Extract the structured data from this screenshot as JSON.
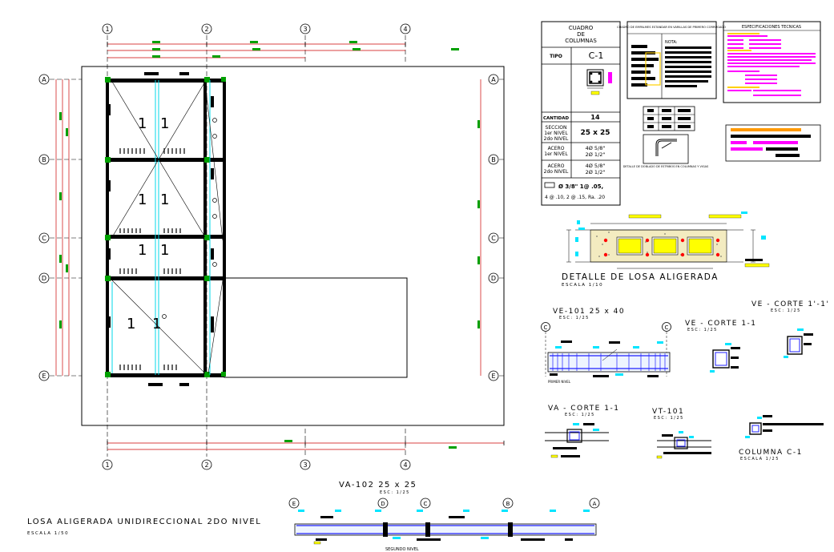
{
  "plan": {
    "grid_numbers": [
      "1",
      "2",
      "3",
      "4"
    ],
    "grid_letters": [
      "A",
      "B",
      "C",
      "D",
      "E"
    ],
    "title": "LOSA ALIGERADA UNIDIRECCIONAL 2DO NIVEL",
    "scale": "ESCALA 1/50"
  },
  "cuadro": {
    "title_l1": "CUADRO",
    "title_l2": "DE",
    "title_l3": "COLUMNAS",
    "tipo_label": "TIPO",
    "tipo_value": "C-1",
    "cantidad_label": "CANTIDAD",
    "cantidad_value": "14",
    "seccion_label_1": "SECCION",
    "seccion_label_2": "1er NIVEL",
    "seccion_label_3": "2do NIVEL",
    "seccion_value": "25 x 25",
    "acero1_label_1": "ACERO",
    "acero1_label_2": "1er NIVEL",
    "acero1_value_1": "4Ø 5/8\"",
    "acero1_value_2": "2Ø 1/2\"",
    "acero2_label_1": "ACERO",
    "acero2_label_2": "2do NIVEL",
    "acero2_value_1": "4Ø 5/8\"",
    "acero2_value_2": "2Ø 1/2\"",
    "estribo_1": "Ø 3/8\" 1@ .05,",
    "estribo_2": "4 @ .10,   2 @ .15, Ra. .20"
  },
  "specs": {
    "empalme_title": "CUADRO DE EMPALMES ESTANDAR EN VARILLAS DE PRIMERO CORRUGADO",
    "nota": "NOTA:",
    "especificaciones_title": "ESPECIFICACIONES TECNICAS",
    "detalle_estribos": "DETALLE DE DOBLADO DE ESTRIBOS EN COLUMNAS Y VIGAS"
  },
  "details": {
    "losa_title": "DETALLE DE LOSA ALIGERADA",
    "losa_scale": "ESCALA 1/10",
    "ve101_title": "VE-101 25 x 40",
    "ve101_scale": "ESC: 1/25",
    "ve101_axis_left": "C",
    "ve101_axis_right": "C",
    "primer_nivel": "PRIMER NIVEL",
    "ve_corte_title": "VE - CORTE 1-1",
    "ve_corte_scale": "ESC: 1/25",
    "ve_corte2_title": "VE - CORTE 1'-1'",
    "ve_corte2_scale": "ESC: 1/25",
    "va_corte_title": "VA - CORTE 1-1",
    "va_corte_scale": "ESC: 1/25",
    "vt101_title": "VT-101",
    "vt101_scale": "ESC: 1/25",
    "columna_title": "COLUMNA C-1",
    "columna_scale": "ESCALA 1/25",
    "va102_title": "VA-102 25 x 25",
    "va102_scale": "ESC: 1/25",
    "va102_axes": [
      "E",
      "D",
      "C",
      "B",
      "A"
    ],
    "segundo_nivel": "SEGUNDO NIVEL"
  },
  "colors": {
    "line": "#000000",
    "magenta": "#ff00ff",
    "cyan": "#00e5ff",
    "green": "#00a000",
    "yellow": "#ffff00",
    "orange": "#ff9900",
    "blue": "#2020ff",
    "red": "#ff0000"
  }
}
